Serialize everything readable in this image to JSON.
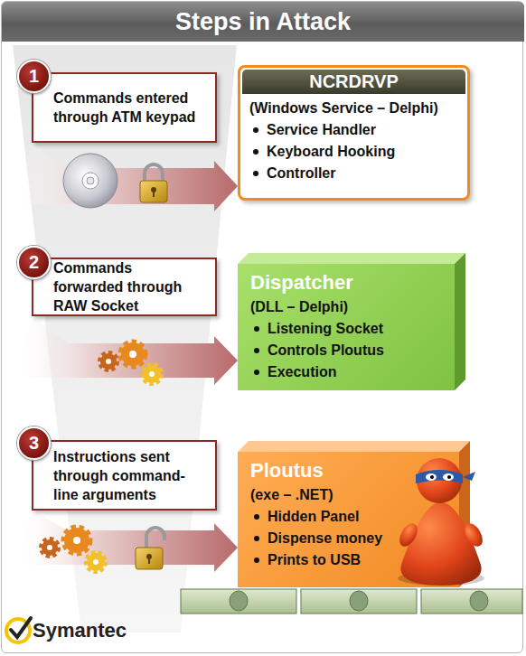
{
  "diagram": {
    "title": "Steps in Attack",
    "nodes": [
      {
        "text": [
          "1"
        ]
      },
      {
        "text": [
          "Commands entered through ATM keypad"
        ]
      },
      {
        "text": [
          "NCRDRVP",
          "(Windows Service – Delphi)",
          "Service Handler",
          "Keyboard Hooking",
          "Controller"
        ]
      },
      {
        "text": [
          "2"
        ]
      },
      {
        "text": [
          "Commands forwarded through RAW Socket"
        ]
      },
      {
        "text": [
          "Dispatcher",
          "(DLL – Delphi)",
          "Listening Socket",
          "Controls Ploutus",
          "Execution"
        ]
      },
      {
        "text": [
          "3"
        ]
      },
      {
        "text": [
          "Instructions sent through command-line arguments"
        ]
      },
      {
        "text": [
          "Ploutus",
          "(exe – .NET)",
          "Hidden Panel",
          "Dispense money",
          "Prints to USB"
        ]
      }
    ],
    "edges": [
      {
        "from": 1,
        "to": 2,
        "arrow": "to"
      },
      {
        "from": 4,
        "to": 5,
        "arrow": "to"
      },
      {
        "from": 7,
        "to": 8,
        "arrow": "to"
      }
    ],
    "labels": [
      "Symantec"
    ]
  }
}
